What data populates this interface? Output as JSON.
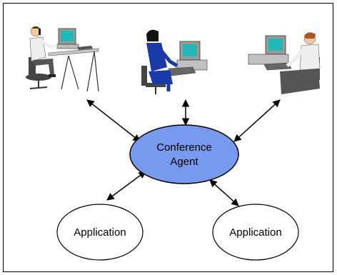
{
  "diagram": {
    "center_node": {
      "label_line1": "Conference",
      "label_line2": "Agent",
      "fill": "#7799ee"
    },
    "app_left": {
      "label": "Application"
    },
    "app_right": {
      "label": "Application"
    },
    "users": [
      {
        "description": "man on telephone at computer workstation"
      },
      {
        "description": "woman typing at computer"
      },
      {
        "description": "man typing at computer"
      }
    ]
  }
}
